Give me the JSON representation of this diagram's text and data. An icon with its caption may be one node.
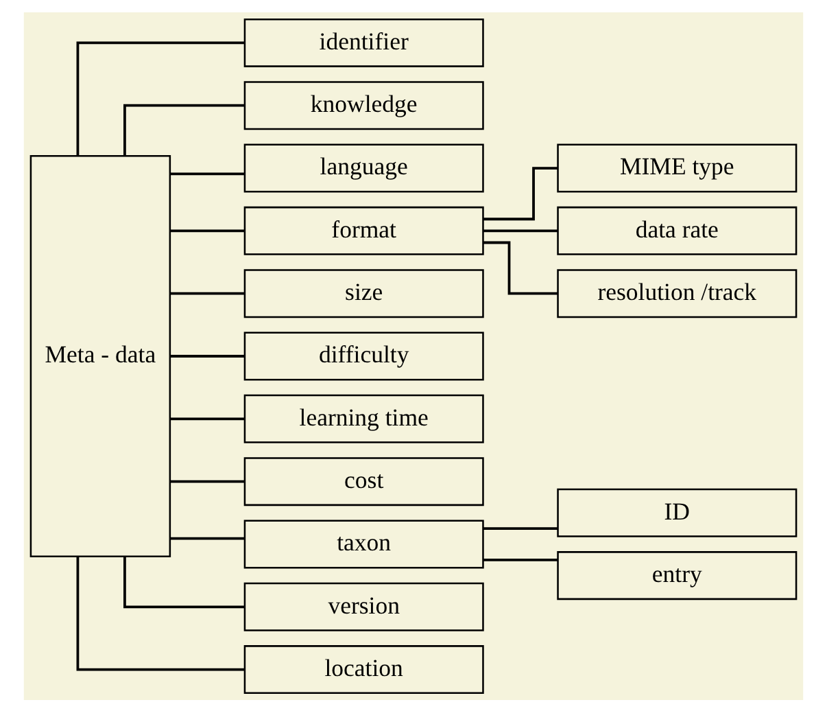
{
  "diagram": {
    "nodes": [
      {
        "text": [
          "Meta - data"
        ]
      },
      {
        "text": [
          "identifier"
        ]
      },
      {
        "text": [
          "knowledge"
        ]
      },
      {
        "text": [
          "language"
        ]
      },
      {
        "text": [
          "format"
        ]
      },
      {
        "text": [
          "size"
        ]
      },
      {
        "text": [
          "difficulty"
        ]
      },
      {
        "text": [
          "learning time"
        ]
      },
      {
        "text": [
          "cost"
        ]
      },
      {
        "text": [
          "taxon"
        ]
      },
      {
        "text": [
          "version"
        ]
      },
      {
        "text": [
          "location"
        ]
      },
      {
        "text": [
          "MIME type"
        ]
      },
      {
        "text": [
          "data rate"
        ]
      },
      {
        "text": [
          "resolution /track"
        ]
      },
      {
        "text": [
          "ID"
        ]
      },
      {
        "text": [
          "entry"
        ]
      }
    ],
    "edges": [
      {
        "from": 0,
        "to": 1,
        "arrow": "none"
      },
      {
        "from": 0,
        "to": 2,
        "arrow": "none"
      },
      {
        "from": 0,
        "to": 3,
        "arrow": "none"
      },
      {
        "from": 0,
        "to": 4,
        "arrow": "none"
      },
      {
        "from": 0,
        "to": 5,
        "arrow": "none"
      },
      {
        "from": 0,
        "to": 6,
        "arrow": "none"
      },
      {
        "from": 0,
        "to": 7,
        "arrow": "none"
      },
      {
        "from": 0,
        "to": 8,
        "arrow": "none"
      },
      {
        "from": 0,
        "to": 9,
        "arrow": "none"
      },
      {
        "from": 0,
        "to": 10,
        "arrow": "none"
      },
      {
        "from": 0,
        "to": 11,
        "arrow": "none"
      },
      {
        "from": 4,
        "to": 12,
        "arrow": "none"
      },
      {
        "from": 4,
        "to": 13,
        "arrow": "none"
      },
      {
        "from": 4,
        "to": 14,
        "arrow": "none"
      },
      {
        "from": 9,
        "to": 15,
        "arrow": "none"
      },
      {
        "from": 9,
        "to": 16,
        "arrow": "none"
      }
    ]
  }
}
